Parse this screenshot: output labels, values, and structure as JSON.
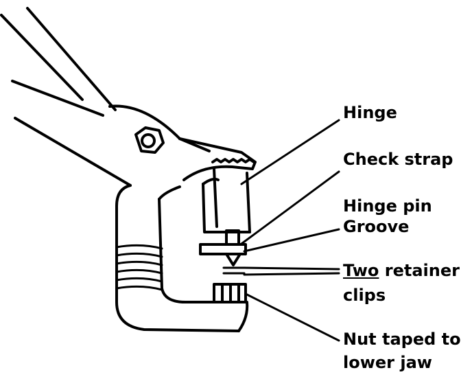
{
  "labels": {
    "hinge": "Hinge",
    "check_strap": "Check strap",
    "hinge_pin": "Hinge pin",
    "groove": "Groove",
    "two": "Two",
    "retainer": "retainer",
    "clips": "clips",
    "nut_line1": "Nut taped to",
    "nut_line2": "lower jaw"
  },
  "colors": {
    "ink": "#000000",
    "paper": "#ffffff"
  }
}
